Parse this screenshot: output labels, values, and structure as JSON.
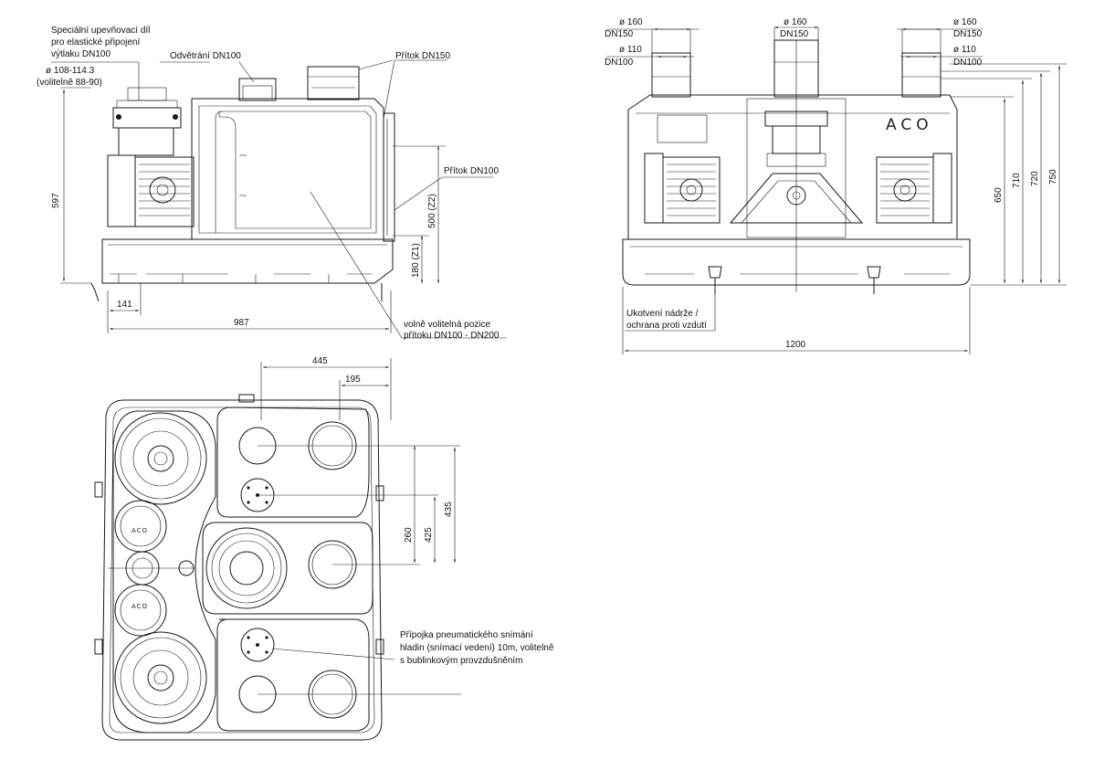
{
  "side_view": {
    "label_flange": [
      "Speciální upevňovací díl",
      "pro elastické připojení",
      "výtlaku DN100"
    ],
    "label_diameter": [
      "ø  108-114.3",
      "(volitelně 88-90)"
    ],
    "label_vent": "Odvětrání DN100",
    "label_inlet_top": "Přítok DN150",
    "label_inlet_side": "Přítok DN100",
    "label_optional": [
      "volně volitelná pozice",
      "přítoku DN100 - DN200"
    ],
    "dim_height": "597",
    "dim_z2": "500  (Z2)",
    "dim_z1": "180  (Z1)",
    "dim_left": "141",
    "dim_length": "987"
  },
  "front_view": {
    "left_dims": [
      [
        "ø  160",
        "DN150"
      ],
      [
        "ø  110",
        "DN100"
      ]
    ],
    "center_dim": [
      "ø  160",
      "DN150"
    ],
    "right_dims": [
      [
        "ø  160",
        "DN150"
      ],
      [
        "ø  110",
        "DN100"
      ]
    ],
    "logo": "ACO",
    "dim_heights": [
      "650",
      "710",
      "720",
      "750"
    ],
    "label_anchor": [
      "Ukotvení nádrže /",
      "ochrana proti vzdutí"
    ],
    "dim_width": "1200"
  },
  "top_view": {
    "dim_445": "445",
    "dim_195": "195",
    "dim_435": "435",
    "dim_425": "425",
    "dim_260": "260",
    "logo_small": "ACO",
    "label_pneumatic": [
      "Přípojka pneumatického snímání",
      "hladin (snímací vedení) 10m, volitelně",
      "s bublinkovým provzdušněním"
    ]
  }
}
